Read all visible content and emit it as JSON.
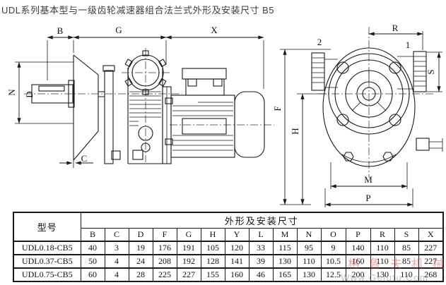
{
  "title": "UDL系列基本型与一级齿轮减速器组合法兰式外形及安装尺寸 B5",
  "dims": {
    "B": "B",
    "C": "C",
    "D": "D",
    "F": "F",
    "G": "G",
    "H": "H",
    "N": "N",
    "X": "X",
    "R": "R",
    "S": "S",
    "M": "M",
    "P": "P",
    "plug1": "1",
    "plug2": "2"
  },
  "watermark": {
    "text_cn": "格鲁夫机械",
    "text_url": "Www.Gelufu.Com"
  },
  "table": {
    "model_header": "型号",
    "group_header": "外形及安装尺寸",
    "columns": [
      "B",
      "C",
      "D",
      "F",
      "G",
      "H",
      "Y",
      "L",
      "M",
      "N",
      "O",
      "P",
      "R",
      "S",
      "X"
    ],
    "rows": [
      {
        "model": "UDL0.18-CB5",
        "values": [
          "40",
          "3",
          "19",
          "176",
          "191",
          "105",
          "120",
          "33",
          "115",
          "95",
          "9",
          "140",
          "110",
          "85",
          "227"
        ]
      },
      {
        "model": "UDL0.37-CB5",
        "values": [
          "50",
          "4",
          "24",
          "208",
          "192",
          "128",
          "141",
          "39",
          "130",
          "110",
          "10.5",
          "160",
          "110",
          "85",
          "227"
        ]
      },
      {
        "model": "UDL0.75-CB5",
        "values": [
          "60",
          "4",
          "28",
          "225",
          "227",
          "155",
          "160",
          "46",
          "165",
          "130",
          "12.5",
          "200",
          "130",
          "110",
          "268"
        ]
      }
    ]
  }
}
